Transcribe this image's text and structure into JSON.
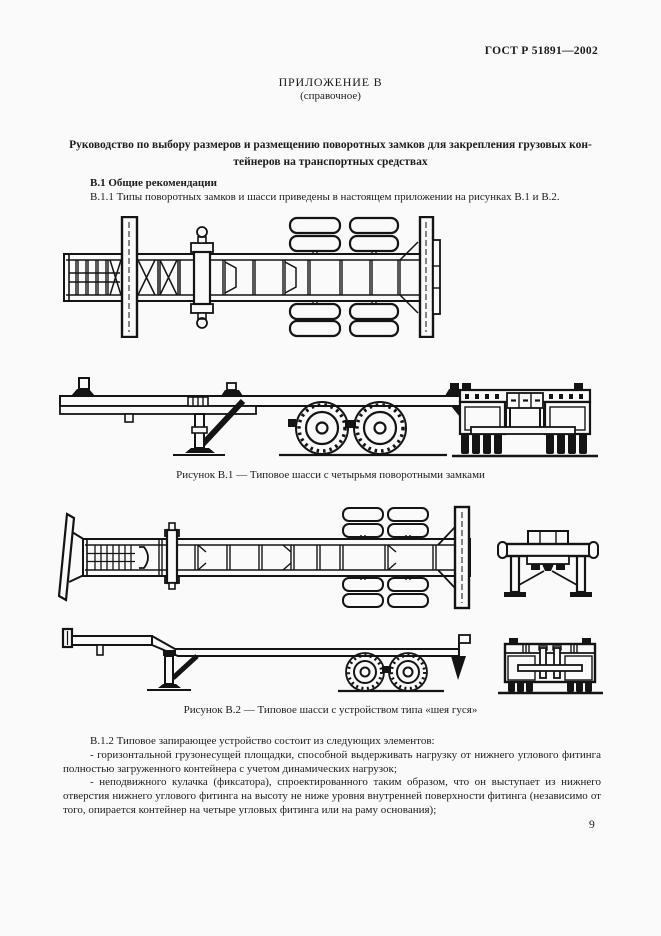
{
  "header": {
    "doc_code": "ГОСТ Р 51891—2002"
  },
  "appendix": {
    "title": "ПРИЛОЖЕНИЕ В",
    "subtitle": "(справочное)",
    "heading_line1": "Руководство по выбору размеров и размещению поворотных замков для закрепления грузовых кон-",
    "heading_line2": "тейнеров на транспортных средствах"
  },
  "section_b1": {
    "title": "В.1 Общие рекомендации",
    "p_b11": "В.1.1 Типы поворотных замков и шасси приведены в настоящем приложении на рисунках В.1 и В.2."
  },
  "figures": {
    "b1_caption": "Рисунок В.1 — Типовое шасси с четырьмя поворотными замками",
    "b2_caption": "Рисунок В.2 — Типовое шасси с устройством типа «шея гуся»"
  },
  "section_b12": {
    "p_b12": "В.1.2 Типовое запирающее устройство состоит из следующих элементов:",
    "item1": "- горизонтальной грузонесущей площадки, способной выдерживать нагрузку от нижнего углового фитинга полностью загруженного контейнера с учетом динамических нагрузок;",
    "item2": "- неподвижного кулачка (фиксатора), спроектированного таким образом, что он выступает из нижнего отверстия нижнего углового фитинга на высоту не ниже уровня внутренней поверхности фитинга (независимо от того, опирается контейнер на четыре угловых фитинга или на раму основания);"
  },
  "footer": {
    "page_number": "9"
  },
  "colors": {
    "paper": "#fafafa",
    "ink": "#1c1c1c"
  }
}
